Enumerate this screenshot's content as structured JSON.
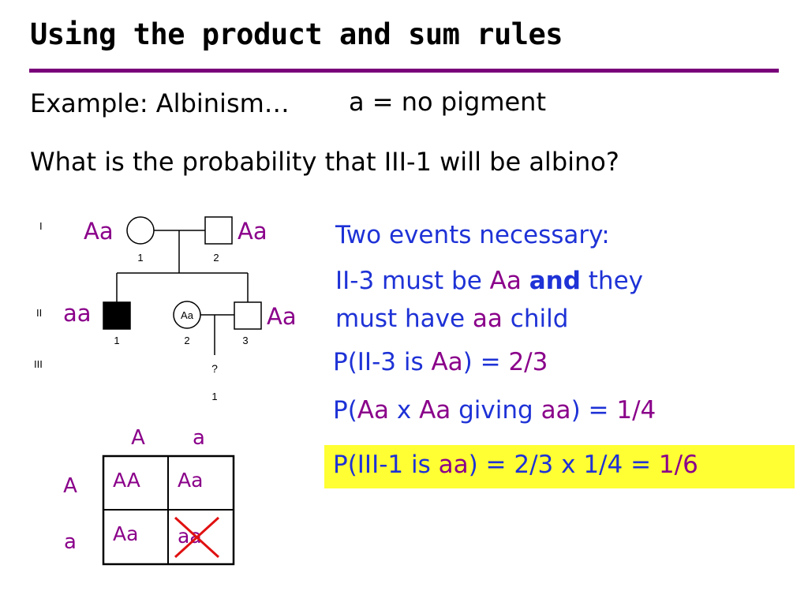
{
  "slide": {
    "title": "Using the product and sum rules",
    "example_label": "Example: Albinism…",
    "allele_definition": "a = no pigment",
    "question": "What is the probability that III-1 will be albino?"
  },
  "pedigree": {
    "generations": [
      "I",
      "II",
      "III"
    ],
    "individuals": [
      {
        "id": "I-1",
        "number": "1",
        "sex": "female",
        "affected": false,
        "genotype": "Aa",
        "inner_label": ""
      },
      {
        "id": "I-2",
        "number": "2",
        "sex": "male",
        "affected": false,
        "genotype": "Aa",
        "inner_label": ""
      },
      {
        "id": "II-1",
        "number": "1",
        "sex": "male",
        "affected": true,
        "genotype": "aa",
        "inner_label": ""
      },
      {
        "id": "II-2",
        "number": "2",
        "sex": "female",
        "affected": false,
        "genotype": "",
        "inner_label": "Aa"
      },
      {
        "id": "II-3",
        "number": "3",
        "sex": "male",
        "affected": false,
        "genotype": "Aa",
        "inner_label": ""
      },
      {
        "id": "III-1",
        "number": "1",
        "sex": "unknown",
        "affected": false,
        "genotype": "",
        "inner_label": "?"
      }
    ]
  },
  "punnett": {
    "col_headers": [
      "A",
      "a"
    ],
    "row_headers": [
      "A",
      "a"
    ],
    "cells": [
      [
        "AA",
        "Aa"
      ],
      [
        "Aa",
        "aa"
      ]
    ],
    "crossed_out_cell": "aa",
    "cross_color": "#e01010"
  },
  "reasoning": {
    "heading": "Two events necessary:",
    "line1_pre": "II-3 must be ",
    "line1_geno": "Aa",
    "line1_and": "and",
    "line1_post": " they",
    "line2_pre": "must have ",
    "line2_geno": "aa",
    "line2_post": " child",
    "p1_a": "P(II-3 is ",
    "p1_b": "Aa",
    "p1_c": ") = ",
    "p1_d": "2/3",
    "p2_a": "P(",
    "p2_b": "Aa",
    "p2_c": " x ",
    "p2_d": "Aa",
    "p2_e": " giving ",
    "p2_f": "aa",
    "p2_g": ") = ",
    "p2_h": "1/4",
    "p3_a": "P(III-1 is ",
    "p3_b": "aa",
    "p3_c": ") = 2/3 x 1/4 = ",
    "p3_d": "1/6"
  },
  "colors": {
    "title_rule": "#7a007a",
    "genotype_text": "#8a008a",
    "reasoning_text": "#1e32d6",
    "highlight": "#ffff33"
  }
}
